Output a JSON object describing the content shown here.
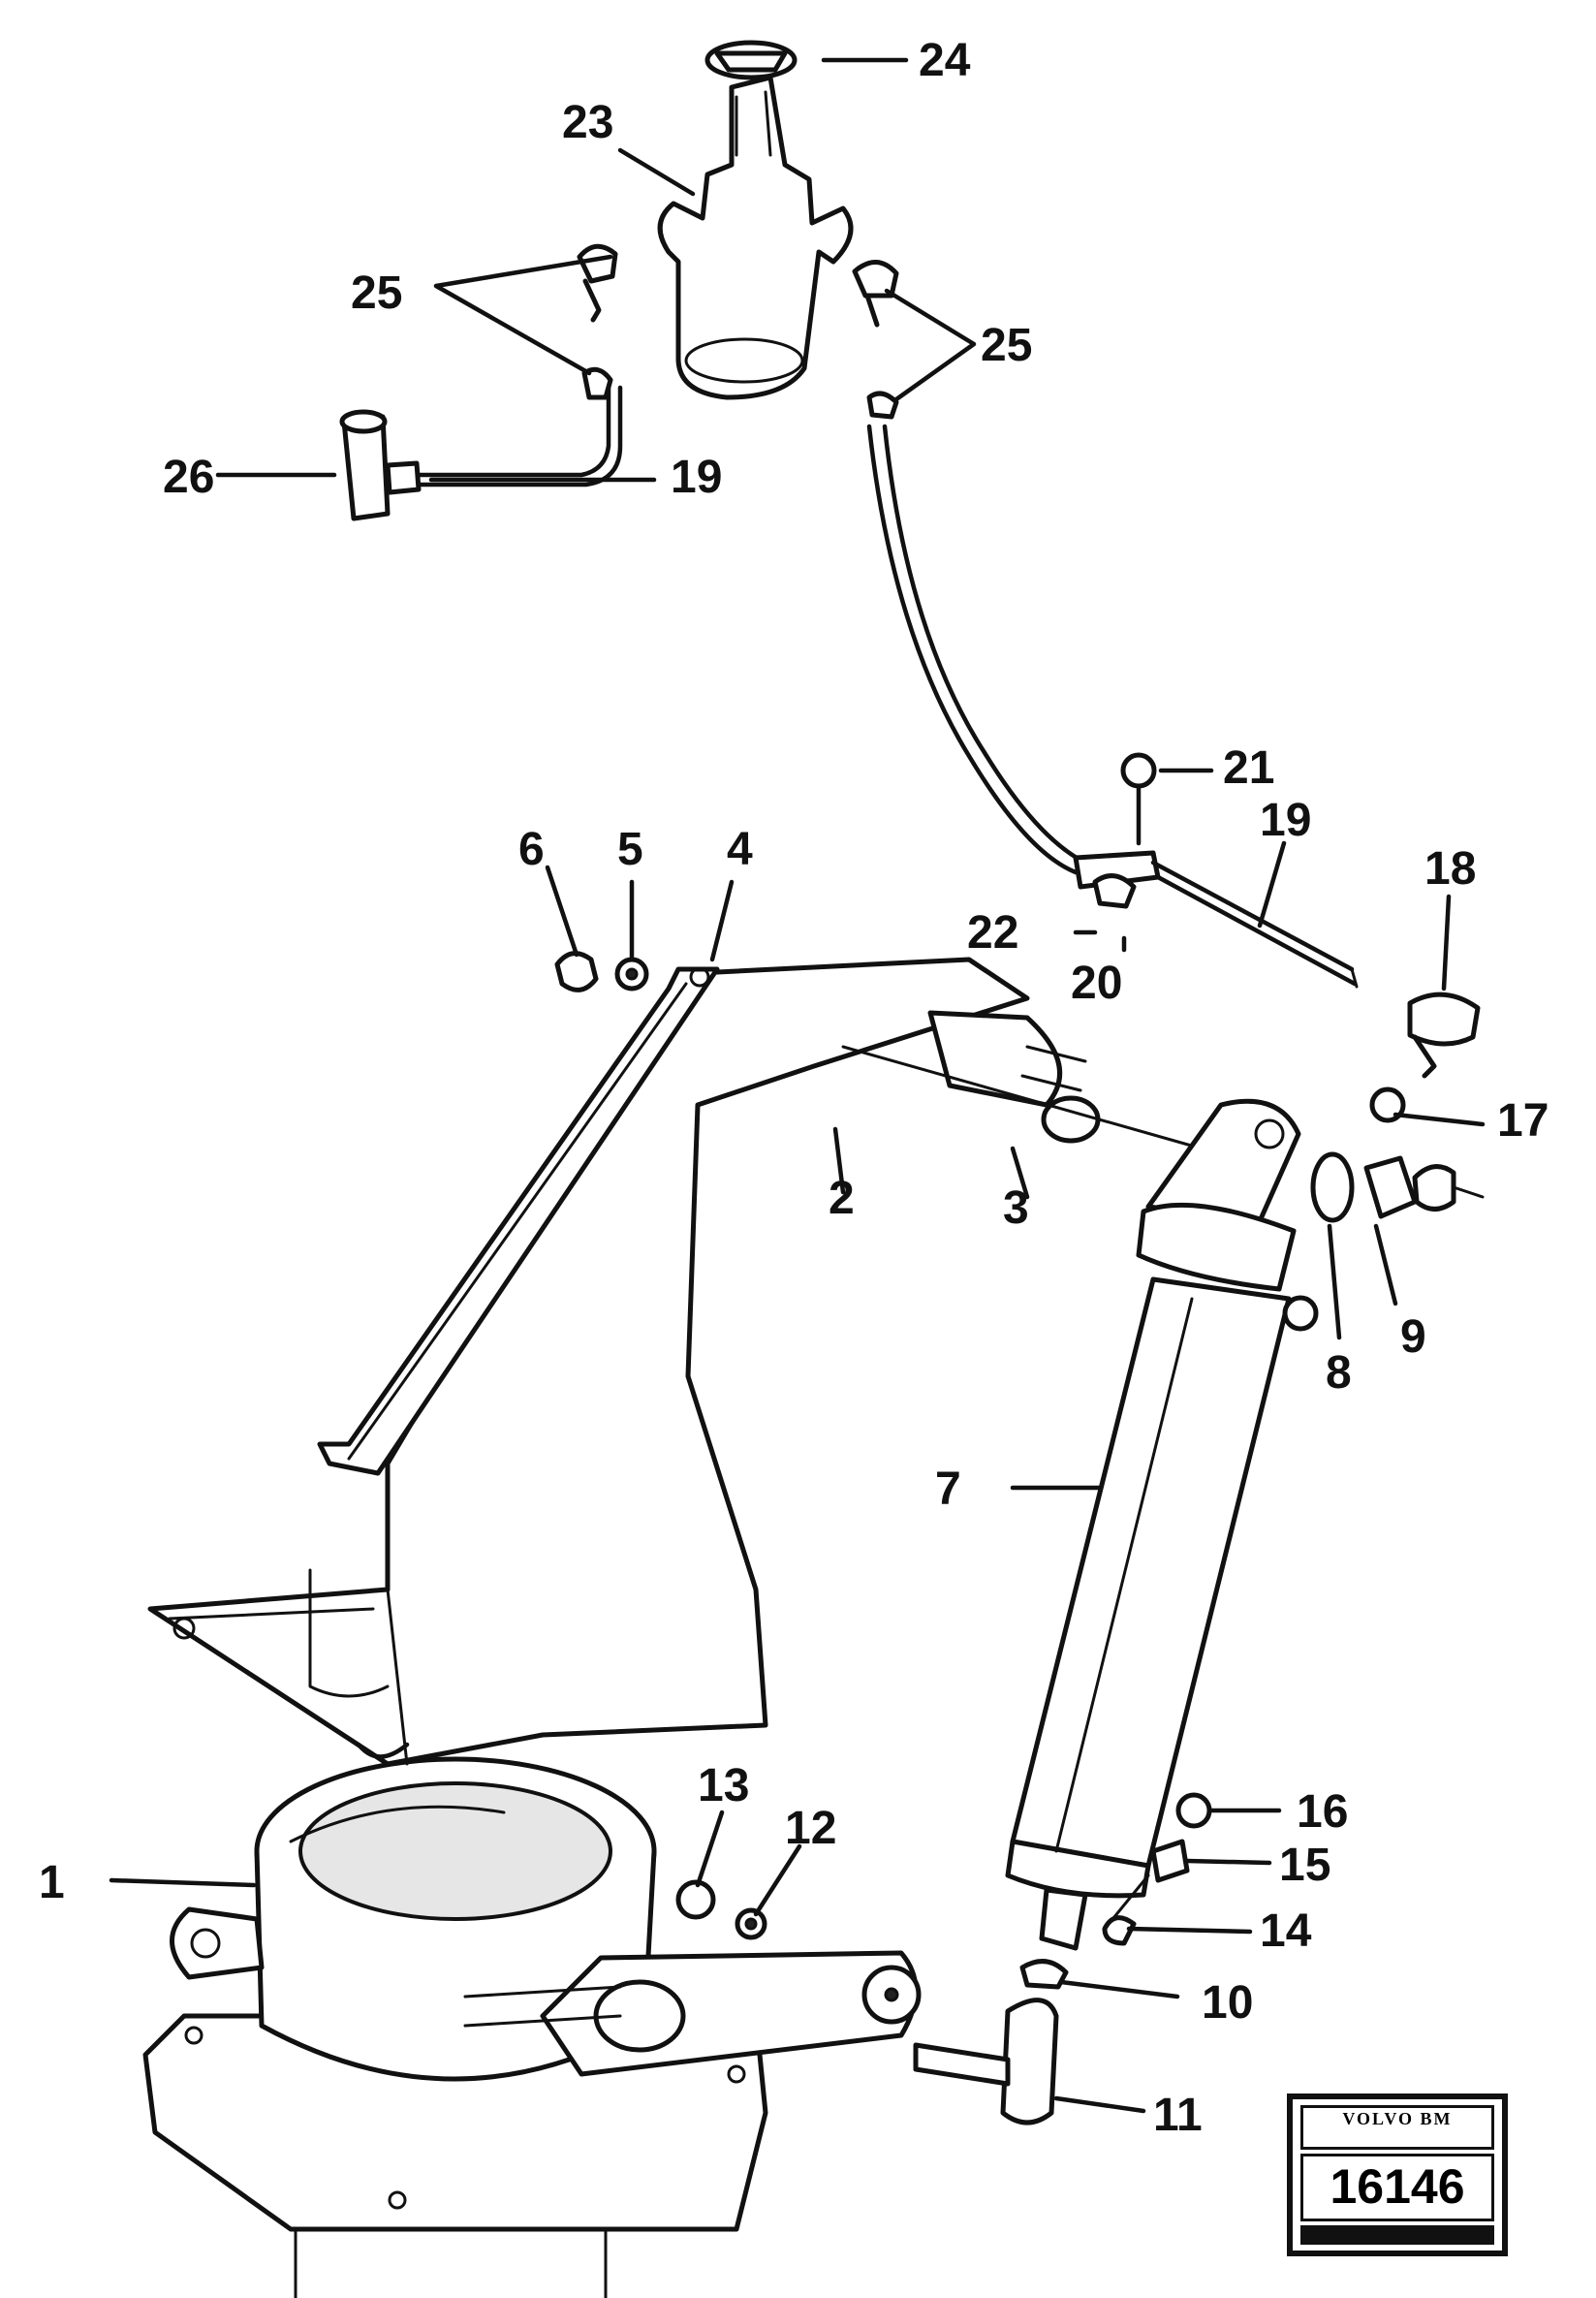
{
  "callouts": {
    "c1": "1",
    "c2": "2",
    "c3": "3",
    "c4": "4",
    "c5": "5",
    "c6": "6",
    "c7": "7",
    "c8": "8",
    "c9": "9",
    "c10": "10",
    "c11": "11",
    "c12": "12",
    "c13": "13",
    "c14": "14",
    "c15": "15",
    "c16": "16",
    "c17": "17",
    "c18": "18",
    "c19a": "19",
    "c19b": "19",
    "c20": "20",
    "c21": "21",
    "c22": "22",
    "c23": "23",
    "c24": "24",
    "c25a": "25",
    "c25b": "25",
    "c26": "26"
  },
  "stamp": {
    "brand": "VOLVO BM",
    "number": "16146"
  }
}
